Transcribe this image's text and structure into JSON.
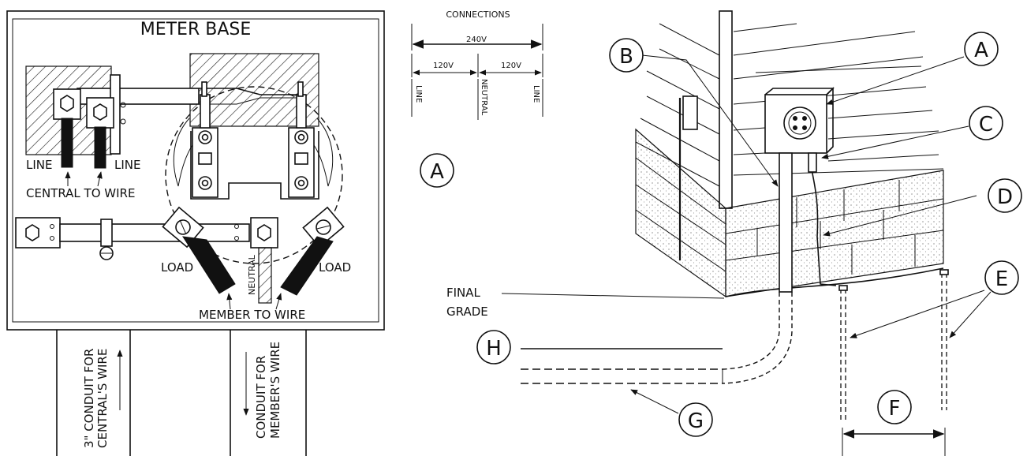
{
  "meter_base": {
    "title": "METER BASE",
    "line_left": "LINE",
    "line_right": "LINE",
    "central_to_wire": "CENTRAL TO WIRE",
    "load_left": "LOAD",
    "load_right": "LOAD",
    "neutral": "NEUTRAL",
    "member_to_wire": "MEMBER TO WIRE"
  },
  "conduits": {
    "central_line1": "3\" CONDUIT FOR",
    "central_line2": "CENTRAL'S WIRE",
    "member_line1": "CONDUIT FOR",
    "member_line2": "MEMBER'S WIRE"
  },
  "connections": {
    "title": "CONNECTIONS",
    "v240": "240V",
    "v120_left": "120V",
    "v120_right": "120V",
    "line_left": "LINE",
    "neutral": "NEUTRAL",
    "line_right": "LINE"
  },
  "callouts": {
    "a_mid": "A",
    "a": "A",
    "b": "B",
    "c": "C",
    "d": "D",
    "e": "E",
    "f": "F",
    "g": "G",
    "h": "H"
  },
  "grade": {
    "line1": "FINAL",
    "line2": "GRADE"
  }
}
